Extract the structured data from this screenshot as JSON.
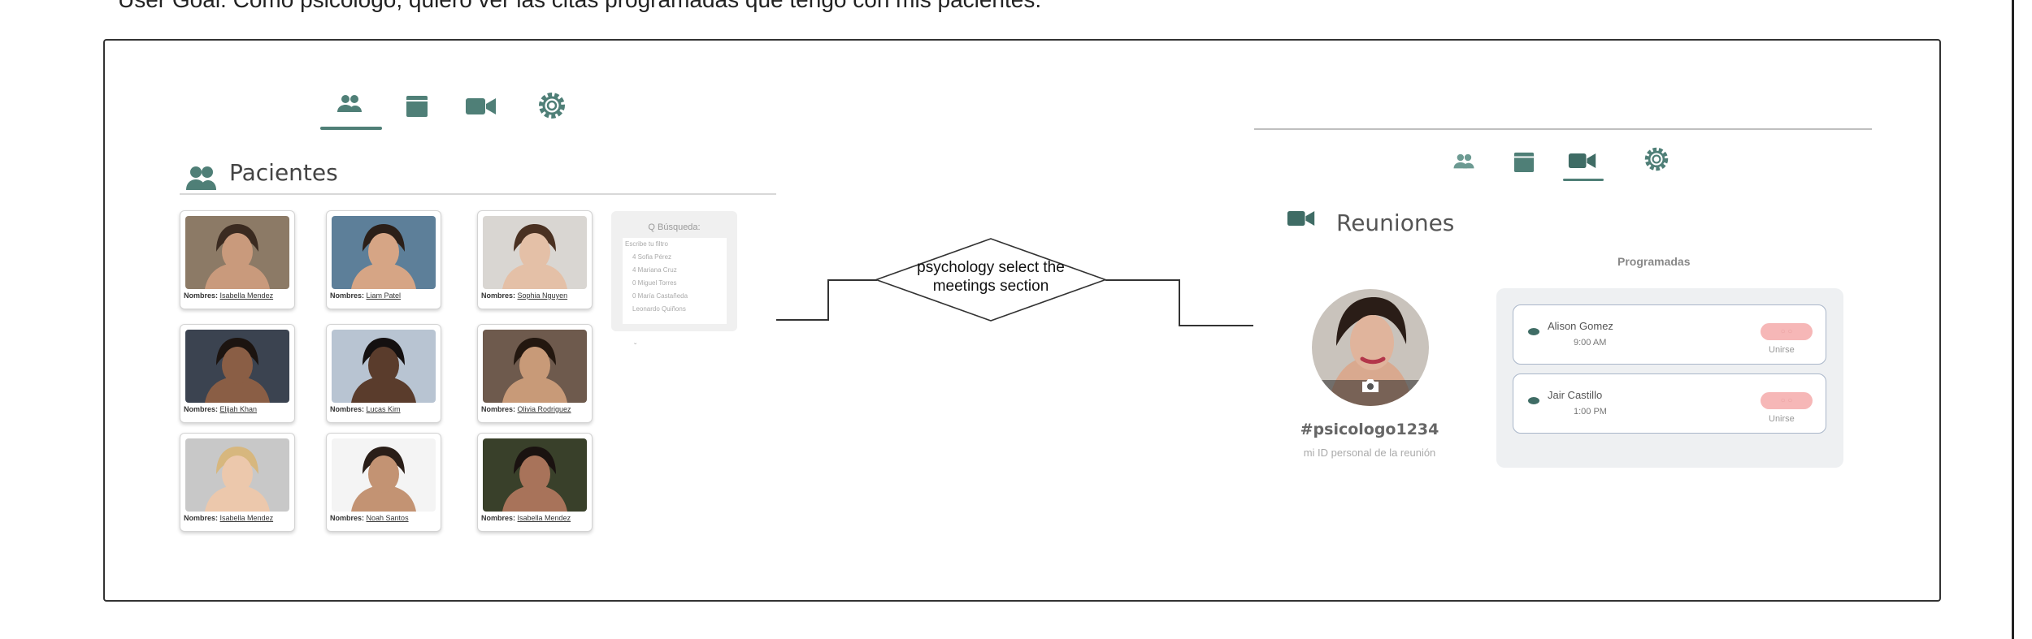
{
  "goal_text": "User Goal: Como psicologo, quiero ver las citas programadas que tengo con mis pacientes.",
  "colors": {
    "accent": "#4f7f77",
    "frame": "#333333",
    "pill": "#f6b7b7",
    "panel": "#eef0f2"
  },
  "left_screen": {
    "nav_icons": [
      "people-icon",
      "calendar-icon",
      "video-icon",
      "gear-icon"
    ],
    "active_nav": "people-icon",
    "section_title": "Pacientes",
    "patients": [
      {
        "prefix": "Nombres:",
        "name": "Isabella Mendez"
      },
      {
        "prefix": "Nombres:",
        "name": "Liam Patel"
      },
      {
        "prefix": "Nombres:",
        "name": "Sophia Nguyen"
      },
      {
        "prefix": "Nombres:",
        "name": "Elijah Khan"
      },
      {
        "prefix": "Nombres:",
        "name": "Lucas Kim"
      },
      {
        "prefix": "Nombres:",
        "name": "Olivia Rodriguez"
      },
      {
        "prefix": "Nombres:",
        "name": "Isabella Mendez"
      },
      {
        "prefix": "Nombres:",
        "name": "Noah Santos"
      },
      {
        "prefix": "Nombres:",
        "name": "Isabella Mendez"
      }
    ],
    "search": {
      "title": "Q Búsqueda:",
      "items": [
        "Escribe tu filtro",
        "4 Sofia Pérez",
        "4 Mariana Cruz",
        "0 Miguel Torres",
        "0 María Castañeda",
        "Leonardo Quiñons"
      ]
    },
    "caret": "ˇ"
  },
  "diamond_text": "psychology select the meetings section",
  "right_screen": {
    "nav_icons": [
      "people-icon",
      "calendar-icon",
      "video-icon",
      "gear-icon"
    ],
    "active_nav": "video-icon",
    "section_title": "Reuniones",
    "profile_id": "#psicologo1234",
    "profile_subtitle": "mi ID personal de la reunión",
    "scheduled_title": "Programadas",
    "meetings": [
      {
        "name": "Alison Gomez",
        "time": "9:00 AM",
        "badge": "○ ○",
        "action": "Unirse"
      },
      {
        "name": "Jair Castillo",
        "time": "1:00 PM",
        "badge": "○ ○",
        "action": "Unirse"
      }
    ]
  }
}
